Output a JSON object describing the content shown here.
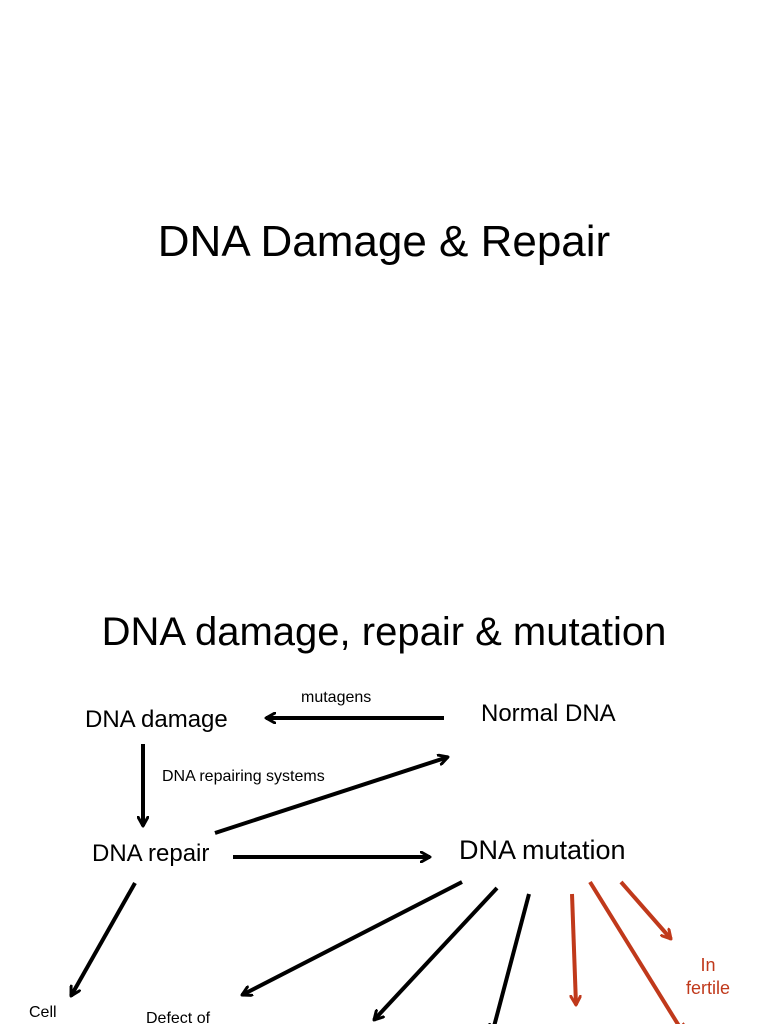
{
  "slide1": {
    "title": "DNA Damage & Repair"
  },
  "slide2": {
    "title": "DNA damage, repair & mutation",
    "nodes": {
      "dna_damage": "DNA damage",
      "normal_dna": "Normal DNA",
      "dna_repair": "DNA repair",
      "dna_mutation": "DNA mutation",
      "cell": "Cell",
      "defect_of": "Defect of",
      "in_fertile_line1": "In",
      "in_fertile_line2": "fertile"
    },
    "edge_labels": {
      "mutagens": "mutagens",
      "repairing_systems": "DNA repairing systems"
    },
    "colors": {
      "main": "#000000",
      "accent": "#c0391b"
    }
  }
}
